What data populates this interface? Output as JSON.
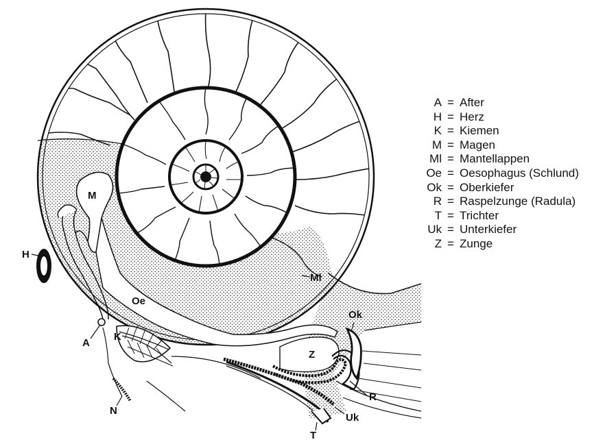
{
  "labels": {
    "M": "M",
    "H": "H",
    "Oe": "Oe",
    "A": "A",
    "K": "K",
    "Ml": "Ml",
    "Ok": "Ok",
    "Z": "Z",
    "R": "R",
    "N": "N",
    "Uk": "Uk",
    "T": "T"
  },
  "legend": [
    {
      "abbr": "A",
      "eq": "=",
      "term": "After"
    },
    {
      "abbr": "H",
      "eq": "=",
      "term": "Herz"
    },
    {
      "abbr": "K",
      "eq": "=",
      "term": "Kiemen"
    },
    {
      "abbr": "M",
      "eq": "=",
      "term": "Magen"
    },
    {
      "abbr": "Ml",
      "eq": "=",
      "term": "Mantellappen"
    },
    {
      "abbr": "Oe",
      "eq": "=",
      "term": "Oesophagus (Schlund)"
    },
    {
      "abbr": "Ok",
      "eq": "=",
      "term": "Oberkiefer"
    },
    {
      "abbr": "R",
      "eq": "=",
      "term": "Raspelzunge (Radula)"
    },
    {
      "abbr": "T",
      "eq": "=",
      "term": "Trichter"
    },
    {
      "abbr": "Uk",
      "eq": "=",
      "term": "Unterkiefer"
    },
    {
      "abbr": "Z",
      "eq": "=",
      "term": "Zunge"
    }
  ],
  "colors": {
    "ink": "#111111",
    "paper": "#ffffff",
    "stipple": "#222222"
  }
}
